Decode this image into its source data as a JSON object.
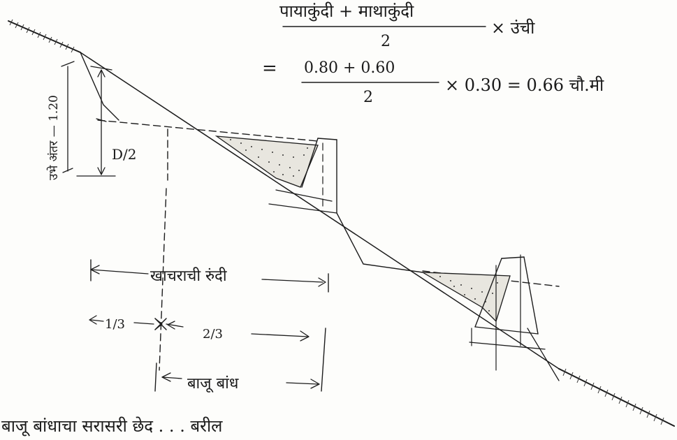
{
  "formula": {
    "numerator": "पायाकुंदी + माथाकुंदी",
    "denominator": "2",
    "times_height": "× उंची",
    "equals": "=",
    "numerator2": "0.80 + 0.60",
    "denominator2": "2",
    "result": "× 0.30 = 0.66 चौ.मी"
  },
  "labels": {
    "vertical_interval": "उभे अंतर — 1.20",
    "half_depth": "D/2",
    "trench_width": "खाचराची रुंदी",
    "one_third": "1/3",
    "two_thirds": "2/3",
    "bund": "बाजू बांध",
    "bottom_text": "बाजू बांधाचा सरासरी छेद . . . बरील"
  }
}
